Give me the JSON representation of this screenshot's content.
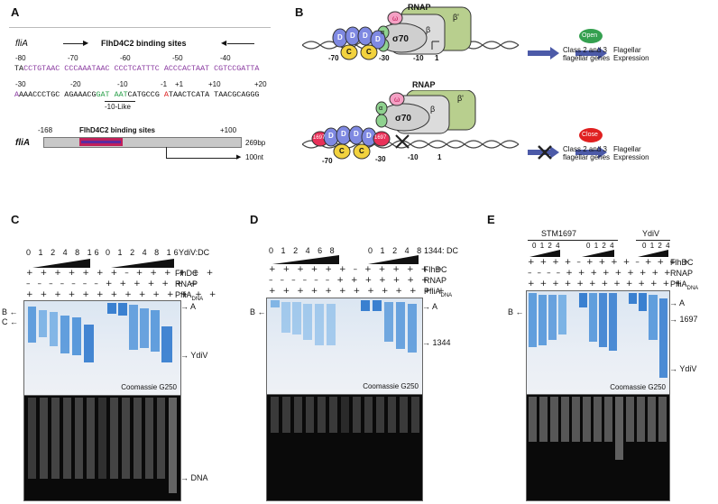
{
  "panels": {
    "A": "A",
    "B": "B",
    "C": "C",
    "D": "D",
    "E": "E"
  },
  "panelA": {
    "gene": "fliA",
    "binding_title": "FlhD4C2 binding sites",
    "ruler1": [
      "-80",
      "-70",
      "-60",
      "-50",
      "-40"
    ],
    "seq1_a": "TA",
    "seq1_b": "CCTGTAAC  CCCAAATAAC CCCTCATTTC  ACCCACTAAT CGTCCGATTA",
    "ruler2": [
      "-30",
      "-20",
      "-10",
      "-1",
      "+1",
      "+10",
      "+20"
    ],
    "seq2_a": "A",
    "seq2_b": "AAACCCTGC  AGAAACG",
    "seq2_c": "GAT AAT",
    "seq2_d": "CATGCCG ",
    "seq2_e": "A",
    "seq2_f": "TAACTCATA  TAACGCAGGG",
    "minus10": "-10-Like",
    "map_gene": "fliA",
    "map_left": "-168",
    "map_sites": "FlhD4C2 binding sites",
    "map_right": "+100",
    "map_len": "269bp",
    "map_nt": "100nt"
  },
  "panelB": {
    "rnap": "RNAP",
    "sigma": "σ70",
    "omega": "ω",
    "alpha": "α",
    "beta": "β",
    "betap": "β'",
    "dlab": "D",
    "clab": "C",
    "p70": "-70",
    "p30": "-30",
    "p10": "-10",
    "p1": "1",
    "genes": "Class 2 and 3 flagellar genes",
    "open": "Open",
    "close": "Close",
    "expr": "Flagellar Expression",
    "b1697": "1697"
  },
  "panelC": {
    "ratio_title": "YdiV:DC",
    "ratios1": [
      "0",
      "1",
      "2",
      "4",
      "8",
      "16"
    ],
    "ratios2": [
      "0",
      "1",
      "2",
      "4",
      "8",
      "16"
    ],
    "row1": "+ + + + + + + – + + + + + +",
    "row2": "– – – – – – – + + + + + + +",
    "row3": "+ + + + + + + + + + + + + +",
    "lbl_row1": "FlhDC",
    "lbl_row2": "RNAP",
    "lbl_row3": "PfliA",
    "lbl_row3_sub": "DNA",
    "stain": "Coomassie G250",
    "band_A": "A",
    "band_B": "B",
    "band_C": "C",
    "band_ydiv": "YdiV",
    "band_dna": "DNA"
  },
  "panelD": {
    "ratio_title": "1344: DC",
    "ratios1": [
      "0",
      "1",
      "2",
      "4",
      "6",
      "8"
    ],
    "ratios2": [
      "0",
      "1",
      "2",
      "4",
      "8"
    ],
    "row1": "+ + + + + + – + + + + + +",
    "row2": "– – – – – – + + + + + + +",
    "row3": "+ + + + + + + + + + + + +",
    "lbl_row1": "FlhDC",
    "lbl_row2": "RNAP",
    "lbl_row3": "PfliA",
    "lbl_row3_sub": "DNA",
    "stain": "Coomassie G250",
    "band_A": "A",
    "band_B": "B",
    "band_1344": "1344"
  },
  "panelE": {
    "group1": "STM1697",
    "group2": "YdiV",
    "ratios1": [
      "0",
      "1",
      "2",
      "4"
    ],
    "ratios2": [
      "0",
      "1",
      "2",
      "4"
    ],
    "ratios3": [
      "0",
      "1",
      "2",
      "4"
    ],
    "row1": "+ + + + – + + + + – + + + +",
    "row2": "– – – – + + + + + + + + +",
    "row3": "+ + + + + + + + + + + + +",
    "lbl_row1": "FlhDC",
    "lbl_row2": "RNAP",
    "lbl_row3": "PfliA",
    "lbl_row3_sub": "DNA",
    "stain": "Coomassie G250",
    "band_A": "A",
    "band_B": "B",
    "band_1697": "1697",
    "band_ydiv": "YdiV"
  }
}
